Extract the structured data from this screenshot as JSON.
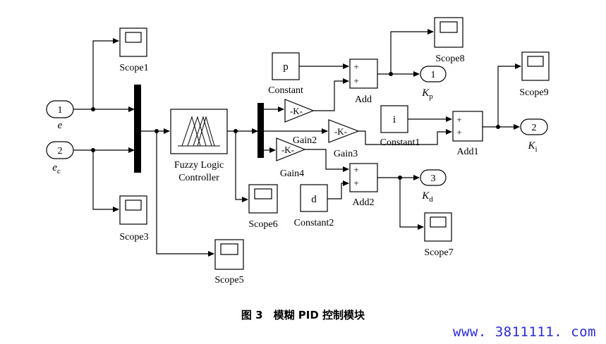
{
  "blocks": {
    "scope1": "Scope1",
    "scope3": "Scope3",
    "scope5": "Scope5",
    "scope6": "Scope6",
    "scope7": "Scope7",
    "scope8": "Scope8",
    "scope9": "Scope9",
    "fuzzy_line1": "Fuzzy Logic",
    "fuzzy_line2": "Controller",
    "constant": "Constant",
    "constant1": "Constant1",
    "constant2": "Constant2",
    "constant_value": "p",
    "constant1_value": "i",
    "constant2_value": "d",
    "gain2": "Gain2",
    "gain3": "Gain3",
    "gain4": "Gain4",
    "gain_text": "-K-",
    "add": "Add",
    "add1": "Add1",
    "add2": "Add2",
    "sign_plus": "+"
  },
  "ports": {
    "in1_num": "1",
    "in2_num": "2",
    "in1_var": "e",
    "in2_var": "e",
    "in2_sub": "c",
    "out1_num": "1",
    "out2_num": "2",
    "out3_num": "3",
    "out1_var": "K",
    "out1_sub": "p",
    "out2_var": "K",
    "out2_sub": "i",
    "out3_var": "K",
    "out3_sub": "d"
  },
  "caption": "图 3　模糊 PID 控制模块",
  "watermark": "www. 3811111. com"
}
